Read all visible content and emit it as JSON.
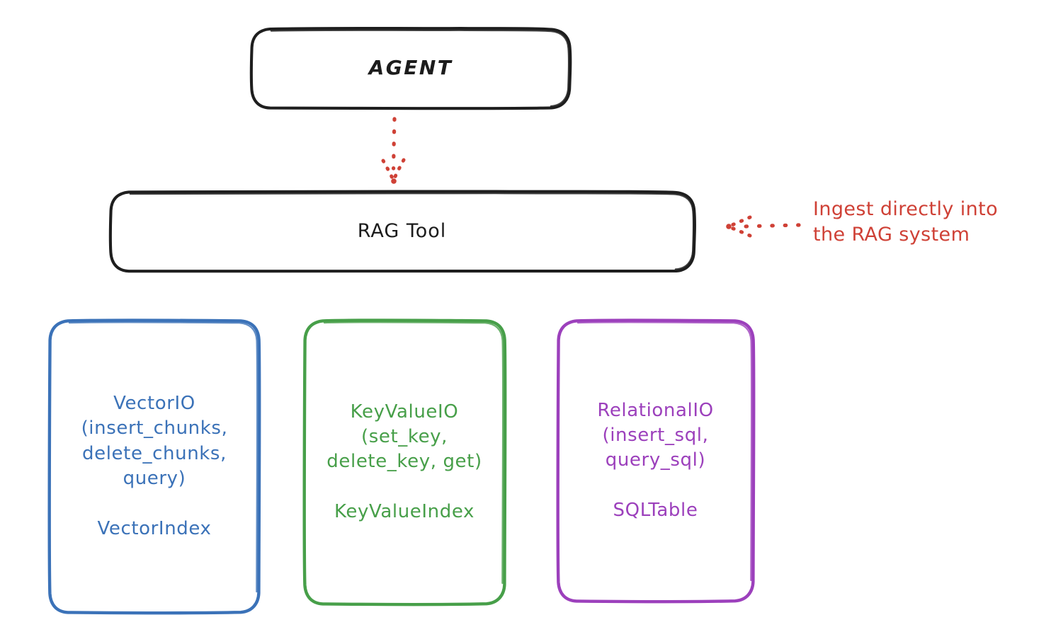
{
  "diagram": {
    "title": "RAG Tool architecture diagram",
    "background": "#ffffff",
    "style": "hand-drawn / excalidraw",
    "nodes": {
      "agent": {
        "label": "AGENT",
        "stroke": "#1e1e1e",
        "shape": "rounded-rectangle"
      },
      "rag_tool": {
        "label": "RAG Tool",
        "stroke": "#1e1e1e",
        "shape": "rounded-rectangle"
      },
      "vector_io": {
        "label": "VectorIO\n(insert_chunks,\ndelete_chunks,\nquery)\n\nVectorIndex",
        "interface": "VectorIO",
        "methods": [
          "insert_chunks",
          "delete_chunks",
          "query"
        ],
        "index": "VectorIndex",
        "stroke": "#3b72b8",
        "shape": "rounded-rectangle"
      },
      "key_value_io": {
        "label": "KeyValueIO\n(set_key,\ndelete_key, get)\n\nKeyValueIndex",
        "interface": "KeyValueIO",
        "methods": [
          "set_key",
          "delete_key",
          "get"
        ],
        "index": "KeyValueIndex",
        "stroke": "#479f49",
        "shape": "rounded-rectangle"
      },
      "relational_io": {
        "label": "RelationalIO\n(insert_sql,\nquery_sql)\n\nSQLTable",
        "interface": "RelationalIO",
        "methods": [
          "insert_sql",
          "query_sql"
        ],
        "index": "SQLTable",
        "stroke": "#9c40bc",
        "shape": "rounded-rectangle"
      }
    },
    "annotations": {
      "ingest": {
        "text": "Ingest directly into\nthe RAG system",
        "color": "#cf4136",
        "points_to": "rag_tool"
      }
    },
    "connectors": {
      "agent_to_rag_tool": {
        "from": "agent",
        "to": "rag_tool",
        "style": "dotted",
        "color": "#cf4136",
        "arrowhead": "down"
      },
      "annotation_to_rag_tool": {
        "from": "ingest-annotation",
        "to": "rag_tool",
        "style": "dotted",
        "color": "#cf4136",
        "arrowhead": "left"
      }
    }
  }
}
